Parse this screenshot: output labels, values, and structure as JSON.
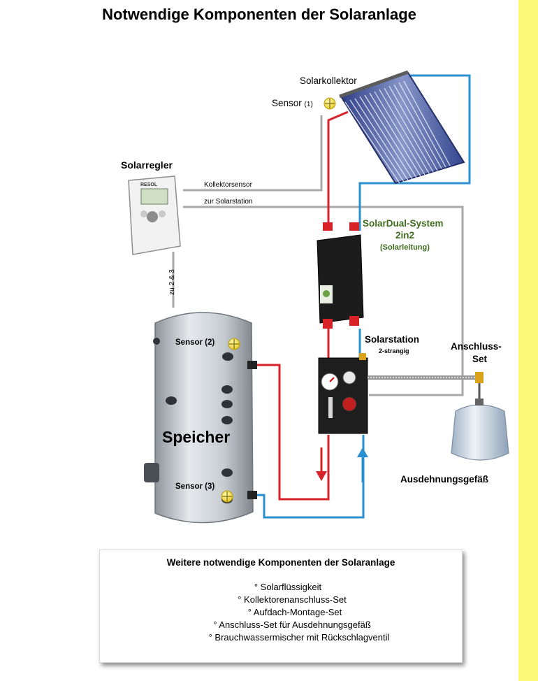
{
  "title": "Notwendige Komponenten der Solaranlage",
  "labels": {
    "solarkollektor": "Solarkollektor",
    "sensor1_main": "Sensor",
    "sensor1_num": "(1)",
    "solarregler": "Solarregler",
    "kollektorsensor": "Kollektorsensor",
    "zur_solarstation": "zur Solarstation",
    "zu_2_3": "zu 2 & 3",
    "solardual_line1": "SolarDual-System",
    "solardual_line2": "2in2",
    "solardual_line3": "(Solarleitung)",
    "sensor2": "Sensor (2)",
    "sensor3": "Sensor (3)",
    "speicher": "Speicher",
    "solarstation": "Solarstation",
    "zweistrangig": "2-strangig",
    "anschluss_line1": "Anschluss-",
    "anschluss_line2": "Set",
    "ausdehnung": "Ausdehnungsgefäß",
    "regler_brand": "RESOL"
  },
  "components_box": {
    "title": "Weitere notwendige Komponenten der Solaranlage",
    "items": [
      "° Solarflüssigkeit",
      "° Kollektorenanschluss-Set",
      "° Aufdach-Montage-Set",
      "° Anschluss-Set für Ausdehnungsgefäß",
      "° Brauchwassermischer mit Rückschlagventil"
    ]
  },
  "colors": {
    "hot_pipe": "#d8222a",
    "cold_pipe": "#2a8fd0",
    "signal_line": "#a8a8a8",
    "side_strip": "#fdfa7a",
    "sensor_yellow": "#f2e23a"
  }
}
